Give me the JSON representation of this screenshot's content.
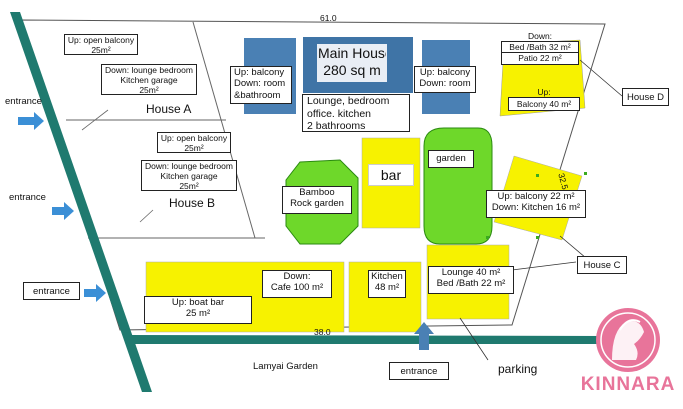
{
  "dimensions": {
    "top": "61.0",
    "bottom": "38.0",
    "right": "32.5"
  },
  "location": "Lamyai Garden",
  "parking": "parking",
  "brand": "KINNARA",
  "colors": {
    "road": "#1f7a6f",
    "blue_bldg": "#4a80b4",
    "yellow_bldg": "#f7f200",
    "green": "#6ed82a",
    "arrow": "#3b8fd6",
    "brand": "#e8749a"
  },
  "entrances": {
    "left_top": "entrance",
    "left_mid": "entrance",
    "left_box": "entrance",
    "bottom_box": "entrance"
  },
  "house_a": {
    "name": "House A",
    "up": [
      "Up: open balcony",
      "25m²"
    ],
    "down": [
      "Down: lounge bedroom",
      "Kitchen garage",
      "25m²"
    ]
  },
  "house_b": {
    "name": "House B",
    "up": [
      "Up: open balcony",
      "25m²"
    ],
    "down": [
      "Down: lounge bedroom",
      "Kitchen garage",
      "25m²"
    ]
  },
  "main_house": {
    "title": [
      "Main House",
      "280 sq m"
    ],
    "left_wing": [
      "Up: balcony",
      "Down: room",
      "&bathroom"
    ],
    "right_wing": [
      "Up: balcony",
      "Down: room"
    ],
    "ground": [
      "Lounge, bedroom",
      "office. kitchen",
      "2 bathrooms"
    ]
  },
  "house_d": {
    "name": "House D",
    "down": [
      "Down:",
      "Bed /Bath 32 m²",
      "Patio 22 m²"
    ],
    "up": [
      "Up:",
      "Balcony 40 m²"
    ]
  },
  "bamboo": [
    "Bamboo",
    "Rock garden"
  ],
  "bar": "bar",
  "garden": "garden",
  "house_c": {
    "name": "House C",
    "upper": [
      "Up: balcony 22 m²",
      "Down: Kitchen 16 m²"
    ],
    "lower": [
      "Lounge 40 m²",
      "Bed /Bath 22 m²"
    ]
  },
  "cafe": [
    "Down:",
    "Cafe 100 m²"
  ],
  "boat_bar": [
    "Up: boat bar",
    "25 m²"
  ],
  "kitchen": [
    "Kitchen",
    "48 m²"
  ]
}
